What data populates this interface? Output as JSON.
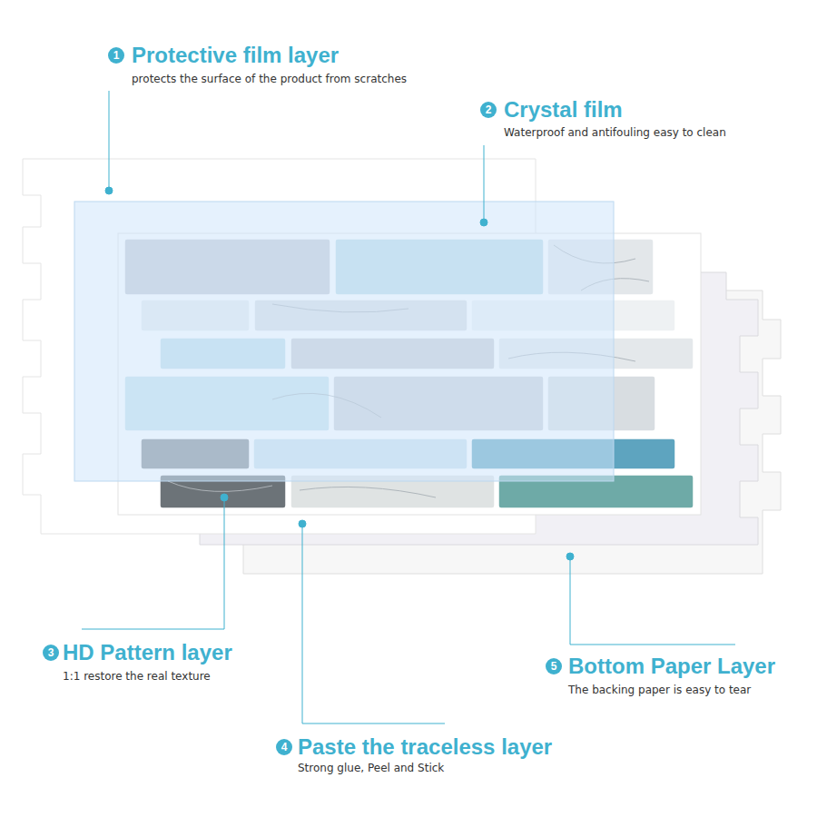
{
  "diagram": {
    "labels": [
      "1",
      "Protective film layer",
      "protects the surface of the product from scratches",
      "2",
      "Crystal film",
      "Waterproof and antifouling easy to clean",
      "3",
      "HD Pattern layer",
      "1:1 restore the real texture",
      "4",
      "Paste the traceless layer",
      "Strong glue, Peel and Stick",
      "5",
      "Bottom Paper Layer",
      "The backing paper is easy to tear"
    ]
  }
}
